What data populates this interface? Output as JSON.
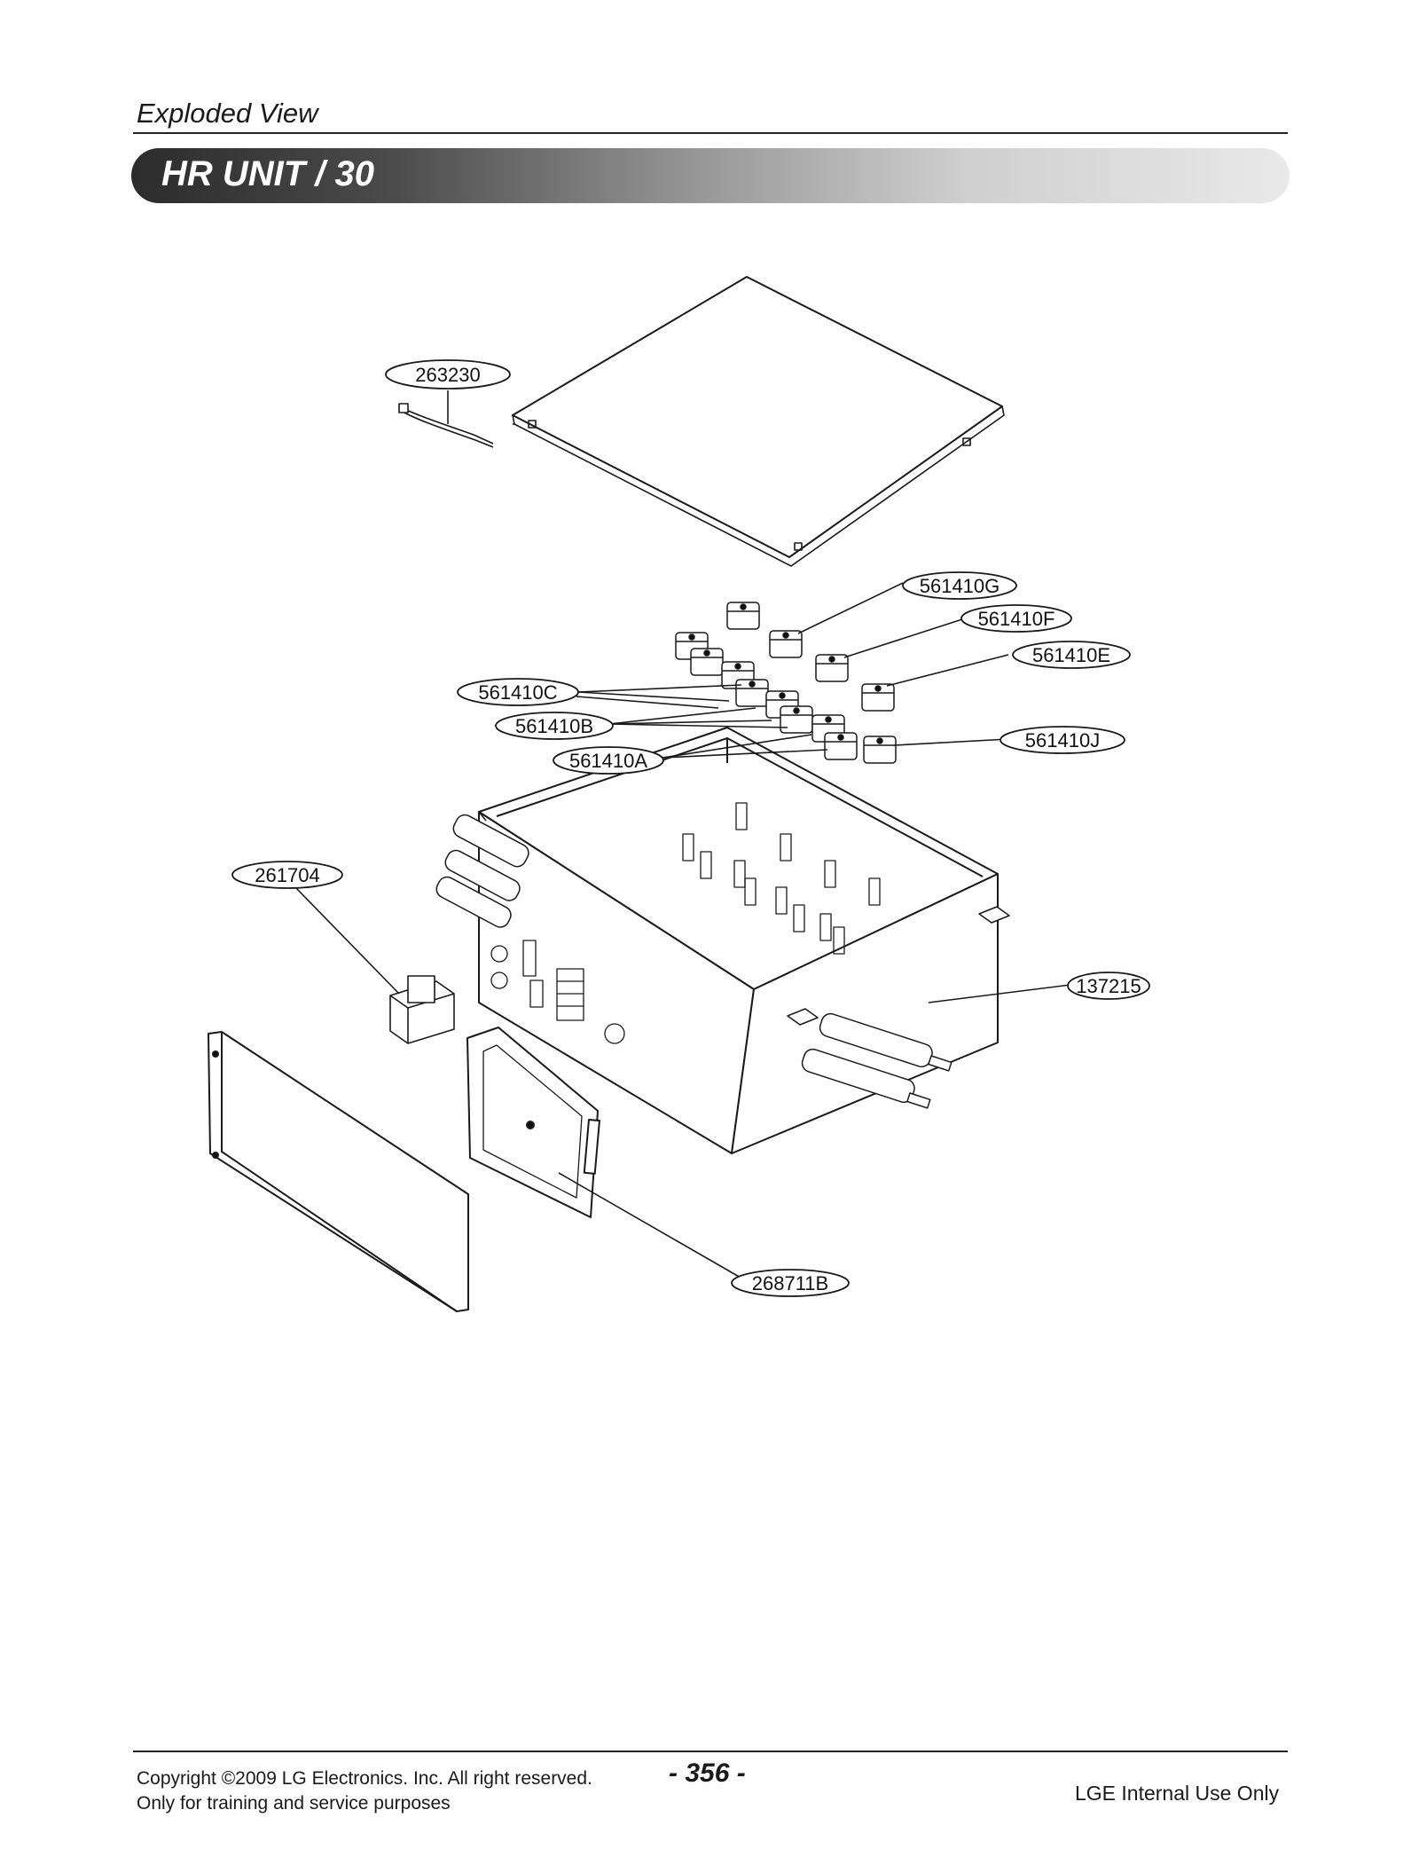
{
  "header": {
    "section_title": "Exploded View",
    "banner_title": "HR UNIT / 30"
  },
  "parts": [
    {
      "label": "263230"
    },
    {
      "label": "561410G"
    },
    {
      "label": "561410F"
    },
    {
      "label": "561410E"
    },
    {
      "label": "561410C"
    },
    {
      "label": "561410B"
    },
    {
      "label": "561410A"
    },
    {
      "label": "561410J"
    },
    {
      "label": "261704"
    },
    {
      "label": "137215"
    },
    {
      "label": "268711B"
    }
  ],
  "footer": {
    "copyright": "Copyright ©2009 LG Electronics. Inc. All right reserved.",
    "purpose": "Only for training and service purposes",
    "page_number": "- 356 -",
    "internal_use": "LGE Internal Use Only"
  }
}
